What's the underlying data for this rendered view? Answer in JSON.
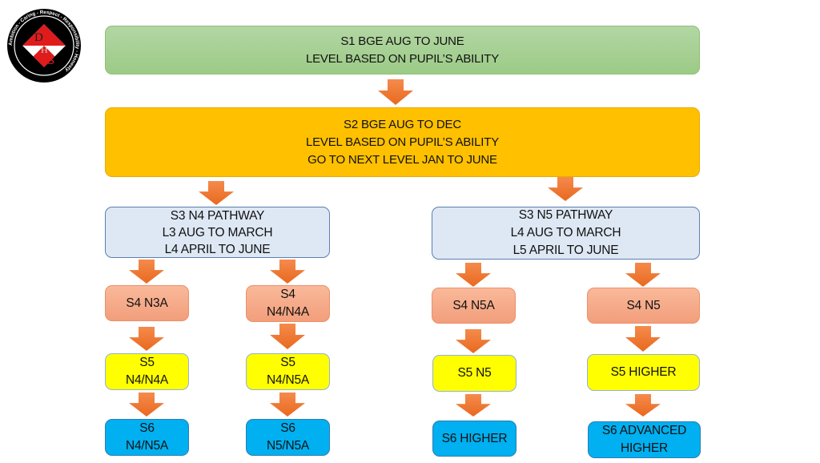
{
  "logo": {
    "initials": [
      "D",
      "H",
      "S"
    ],
    "motto": "Ambition - Caring - Respect - Responsibility - Honesty"
  },
  "colors": {
    "arrow": "#f07b2e",
    "s1": "#a9d18e",
    "s2": "#ffc000",
    "s3": "#dee8f4",
    "s4": "#f4a584",
    "s5": "#ffff00",
    "s6": "#00b0f0"
  },
  "flow": {
    "s1": {
      "lines": [
        "S1 BGE AUG TO JUNE",
        "LEVEL BASED ON PUPIL’S ABILITY"
      ]
    },
    "s2": {
      "lines": [
        "S2 BGE AUG TO DEC",
        "LEVEL BASED ON PUPIL’S ABILITY",
        "GO TO NEXT LEVEL JAN TO JUNE"
      ]
    },
    "s3_n4": {
      "lines": [
        "S3 N4 PATHWAY",
        "L3 AUG TO MARCH",
        "L4 APRIL TO JUNE"
      ]
    },
    "s3_n5": {
      "lines": [
        "S3 N5 PATHWAY",
        "L4 AUG TO MARCH",
        "L5 APRIL TO JUNE"
      ]
    },
    "columns": [
      {
        "s4": [
          "S4 N3A"
        ],
        "s5": [
          "S5",
          "N4/N4A"
        ],
        "s6": [
          "S6",
          "N4/N5A"
        ]
      },
      {
        "s4": [
          "S4",
          "N4/N4A"
        ],
        "s5": [
          "S5",
          "N4/N5A"
        ],
        "s6": [
          "S6",
          "N5/N5A"
        ]
      },
      {
        "s4": [
          "S4 N5A"
        ],
        "s5": [
          "S5 N5"
        ],
        "s6": [
          "S6 HIGHER"
        ]
      },
      {
        "s4": [
          "S4 N5"
        ],
        "s5": [
          "S5 HIGHER"
        ],
        "s6": [
          "S6 ADVANCED",
          "HIGHER"
        ]
      }
    ]
  }
}
